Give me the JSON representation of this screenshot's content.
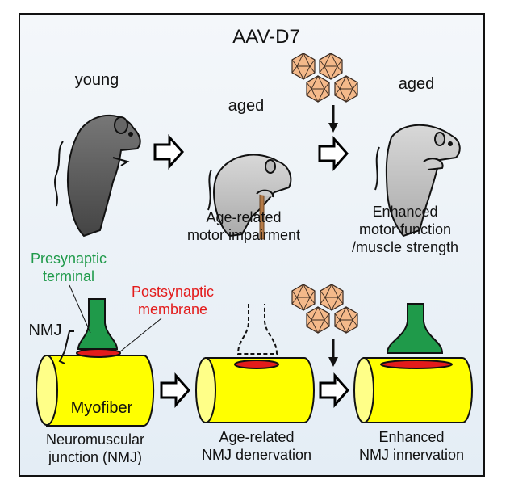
{
  "title": "AAV-D7",
  "top": {
    "young_label": "young",
    "aged_label_1": "aged",
    "aged_label_2": "aged",
    "impairment": [
      "Age-related",
      "motor impairment"
    ],
    "enhanced": [
      "Enhanced",
      "motor function",
      "/muscle strength"
    ]
  },
  "bottom": {
    "presynaptic": [
      "Presynaptic",
      "terminal"
    ],
    "postsynaptic": [
      "Postsynaptic",
      "membrane"
    ],
    "nmj": "NMJ",
    "myofiber": "Myofiber",
    "captions": [
      [
        "Neuromuscular",
        "junction (NMJ)"
      ],
      [
        "Age-related",
        "NMJ denervation"
      ],
      [
        "Enhanced",
        "NMJ innervation"
      ]
    ]
  },
  "colors": {
    "presynaptic": "#1f9a4a",
    "postsynaptic": "#e31b1b",
    "myofiber": "#ffff00",
    "virus": "#f4b98a",
    "young_mouse": "#5a5a5a",
    "aged_mouse": "#c4c4c4"
  }
}
